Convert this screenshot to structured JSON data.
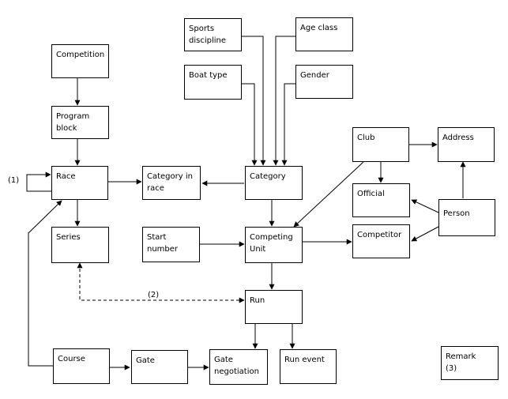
{
  "entities": {
    "competition": "Competition",
    "program_block": "Program\nblock",
    "race": "Race",
    "series": "Series",
    "course": "Course",
    "gate": "Gate",
    "gate_negotiation": "Gate\nnegotiation",
    "run_event": "Run event",
    "run": "Run",
    "start_number": "Start\nnumber",
    "category_in_race": "Category  in\nrace",
    "category": "Category",
    "competing_unit": "Competing\nUnit",
    "sports_discipline": "Sports\ndiscipline",
    "boat_type": "Boat  type",
    "age_class": "Age  class",
    "gender": "Gender",
    "club": "Club",
    "address": "Address",
    "official": "Official",
    "person": "Person",
    "competitor": "Competitor",
    "remark": "Remark\n (3)"
  },
  "notes": {
    "self_loop": "(1)",
    "dashed_link": "(2)"
  }
}
